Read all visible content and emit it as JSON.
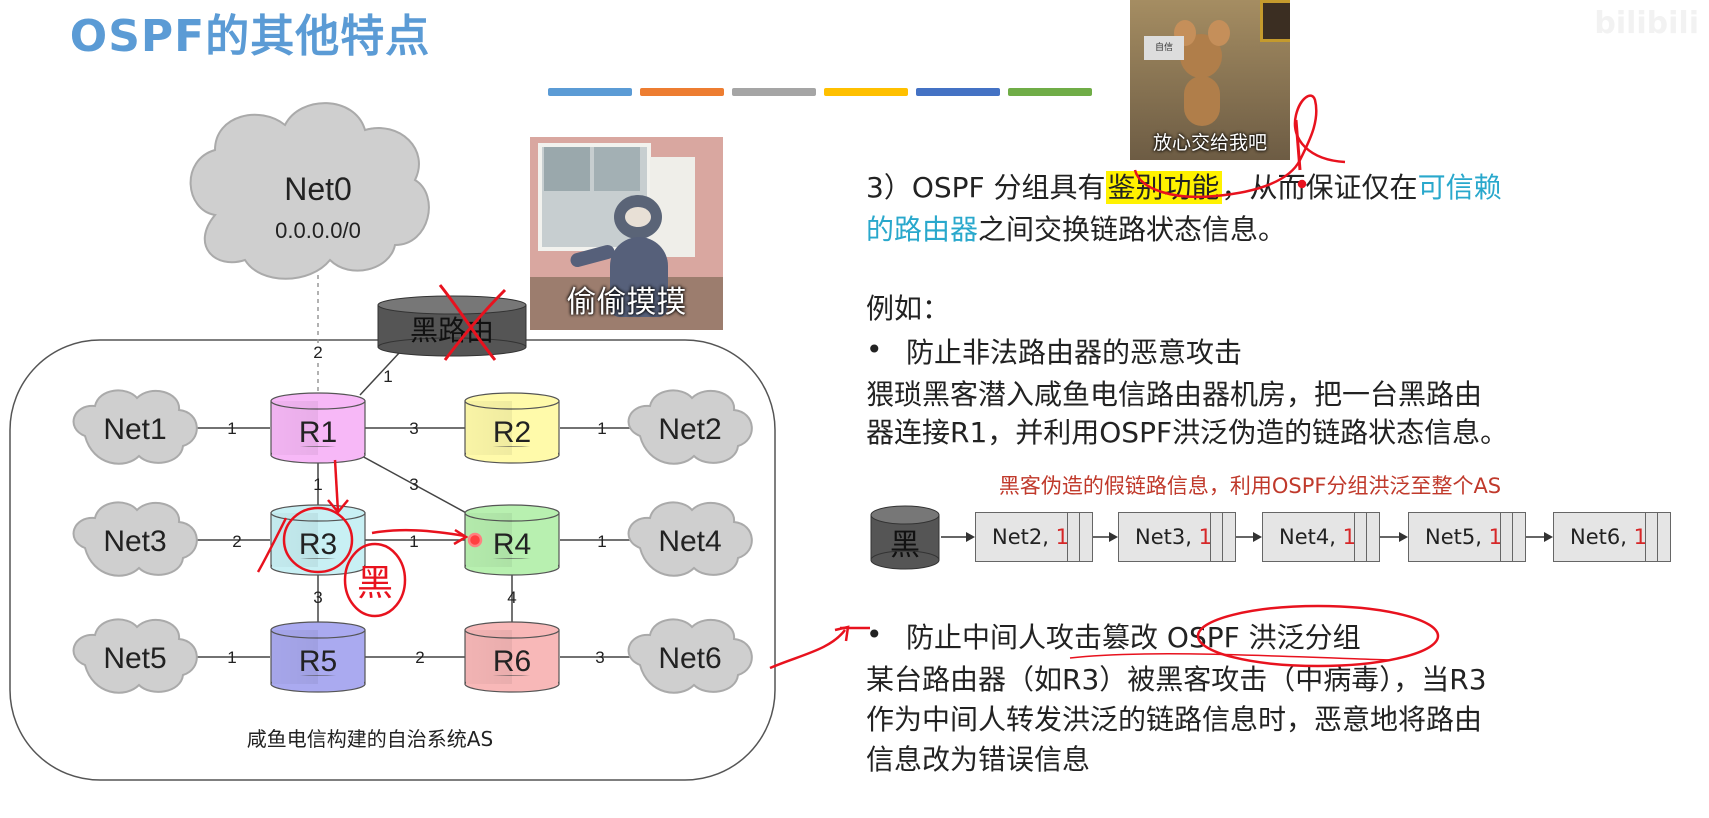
{
  "slide": {
    "title": "OSPF的其他特点",
    "color_bars": [
      "#5b9bd5",
      "#ed7d31",
      "#a5a5a5",
      "#ffc000",
      "#4472c4",
      "#70ad47"
    ],
    "watermark": "bilibili"
  },
  "memes": {
    "tom_caption": "偷偷摸摸",
    "jerry_caption": "放心交给我吧",
    "jerry_sign": "自信"
  },
  "diagram": {
    "net0": {
      "name": "Net0",
      "addr": "0.0.0.0/0"
    },
    "black_router": "黑路由",
    "routers": {
      "R1": {
        "label": "R1",
        "color": "#f7b8f7"
      },
      "R2": {
        "label": "R2",
        "color": "#fffaaa"
      },
      "R3": {
        "label": "R3",
        "color": "#c8f0f4"
      },
      "R4": {
        "label": "R4",
        "color": "#b8f0b0"
      },
      "R5": {
        "label": "R5",
        "color": "#aaaaf0"
      },
      "R6": {
        "label": "R6",
        "color": "#f8b8b8"
      }
    },
    "nets": [
      "Net1",
      "Net2",
      "Net3",
      "Net4",
      "Net5",
      "Net6"
    ],
    "costs": {
      "net0_r1": "2",
      "black_r1": "1",
      "net1_r1": "1",
      "r1_r2": "3",
      "r2_net2": "1",
      "r1_r3": "1",
      "r1_r4": "3",
      "net3_r3": "2",
      "r3_r4": "1",
      "r4_net4": "1",
      "r3_r5": "3",
      "r4_r6": "4",
      "net5_r5": "1",
      "r5_r6": "2",
      "r6_net6": "3"
    },
    "as_label": "咸鱼电信构建的自治系统AS",
    "annotation_r3": "黑"
  },
  "content": {
    "p3_prefix": "3）OSPF 分组具有",
    "p3_hl": "鉴别功能",
    "p3_mid": "，从而保证仅在",
    "p3_cyan1": "可信赖",
    "p3_cyan2": "的路由器",
    "p3_suffix": "之间交换链路状态信息。",
    "example": "例如：",
    "bullet1": "防止非法路由器的恶意攻击",
    "bullet1_l1": "猥琐黑客潜入咸鱼电信路由器机房，把一台黑路由",
    "bullet1_l2": "器连接R1，并利用OSPF洪泛伪造的链路状态信息。",
    "fake_caption": "黑客伪造的假链路信息，利用OSPF分组洪泛至整个AS",
    "black_node": "黑",
    "fake_records": [
      {
        "net": "Net2,",
        "cost": "1"
      },
      {
        "net": "Net3,",
        "cost": "1"
      },
      {
        "net": "Net4,",
        "cost": "1"
      },
      {
        "net": "Net5,",
        "cost": "1"
      },
      {
        "net": "Net6,",
        "cost": "1"
      }
    ],
    "bullet2_a": "防止中间人攻击篡改",
    "bullet2_b": "OSPF 洪泛分组",
    "bullet2_l1": "某台路由器（如R3）被黑客攻击（中病毒），当R3",
    "bullet2_l2": "作为中间人转发洪泛的链路信息时，恶意地将路由",
    "bullet2_l3": "信息改为错误信息",
    "bullet_mark": "•"
  }
}
